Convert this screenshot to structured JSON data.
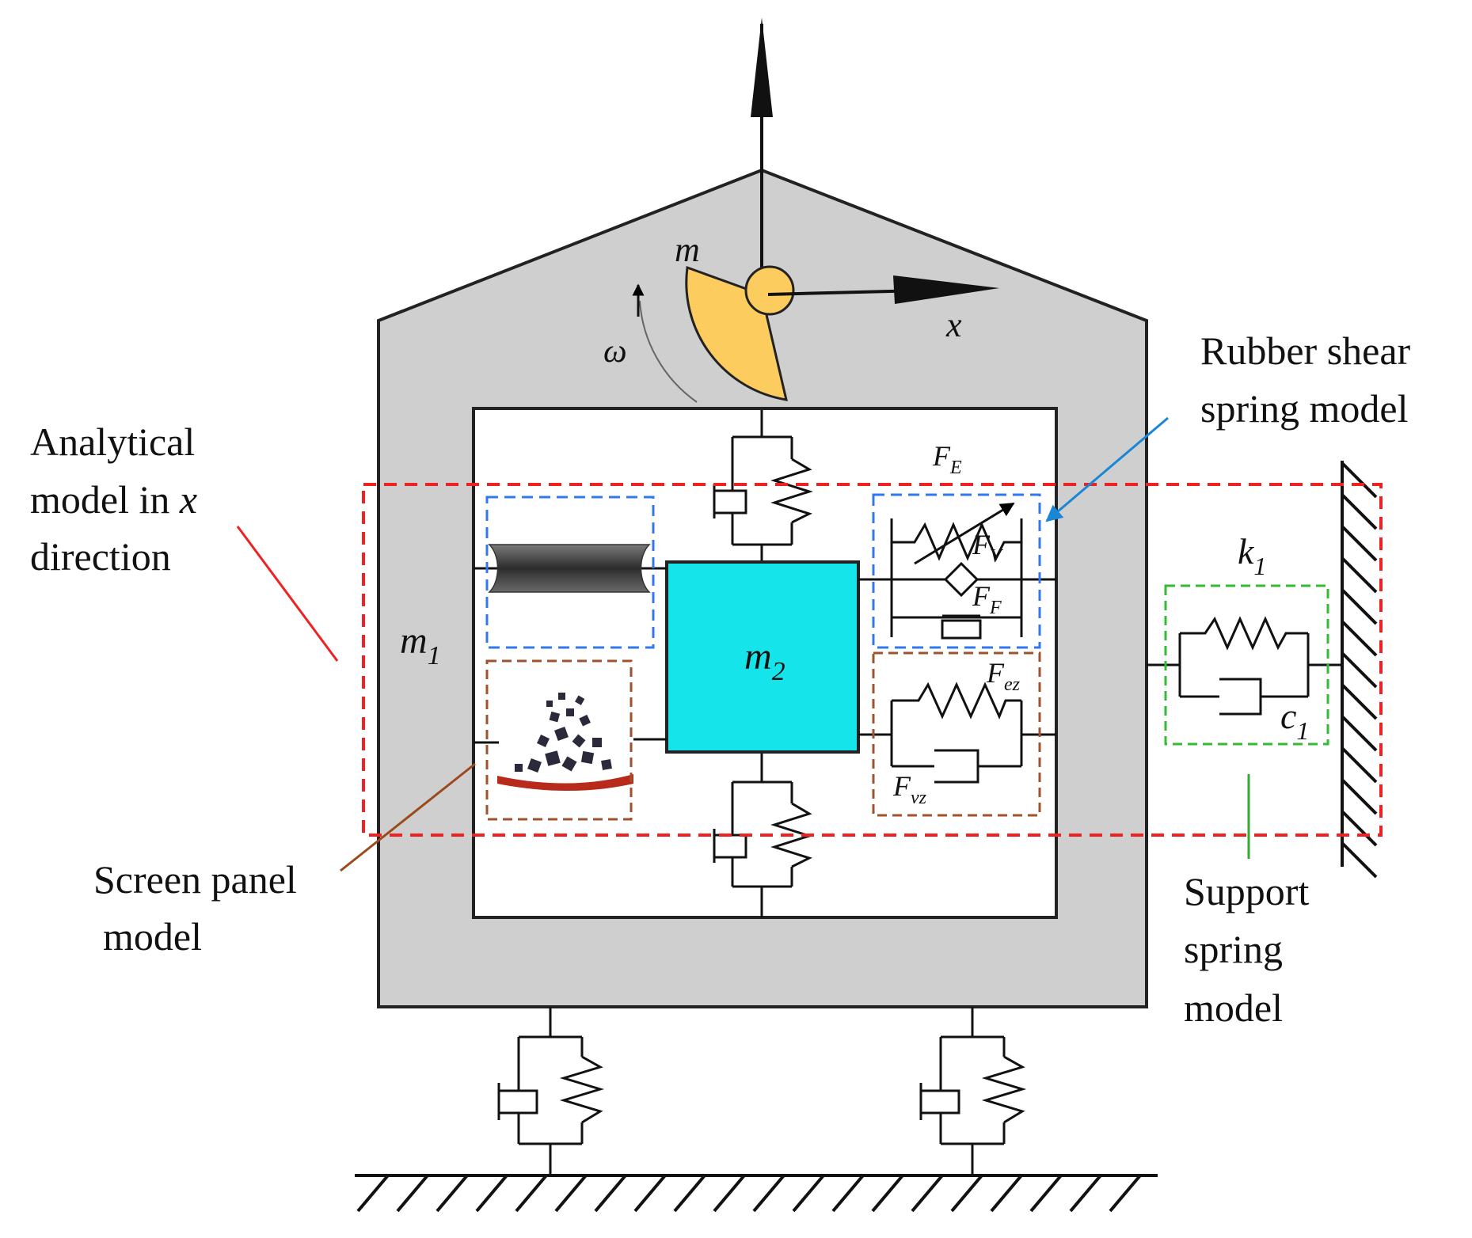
{
  "labels": {
    "mass_m": "m",
    "axis_x": "x",
    "omega": "ω",
    "m1": {
      "base": "m",
      "sub": "1"
    },
    "m2": {
      "base": "m",
      "sub": "2"
    },
    "k1": {
      "base": "k",
      "sub": "1"
    },
    "c1": {
      "base": "c",
      "sub": "1"
    },
    "FE": {
      "base": "F",
      "sub": "E"
    },
    "FV": {
      "base": "F",
      "sub": "V"
    },
    "FF": {
      "base": "F",
      "sub": "F"
    },
    "Fez": {
      "base": "F",
      "sub": "ez"
    },
    "Fvz": {
      "base": "F",
      "sub": "vz"
    }
  },
  "callouts": {
    "analytical": {
      "line1": "Analytical",
      "line2_text": "model in ",
      "line2_var": "x",
      "line3": "direction"
    },
    "rubber": {
      "line1": "Rubber shear",
      "line2": "spring model"
    },
    "screen": {
      "line1": "Screen panel",
      "line2": "model"
    },
    "support": {
      "line1": "Support",
      "line2": "spring",
      "line3": "model"
    }
  },
  "colors": {
    "frame_fill": "#cfcfd0",
    "m2_fill": "#16e4eb",
    "eccentric_fill": "#fccc5f",
    "red_dash": "#ee2222",
    "blue_dash": "#3377ee",
    "brown_dash": "#a0522d",
    "green_dash": "#33bb33",
    "blue_arrow": "#1a86d6",
    "red_line": "#ee2222",
    "brown_line": "#9b4a1c",
    "green_line": "#33aa33"
  }
}
